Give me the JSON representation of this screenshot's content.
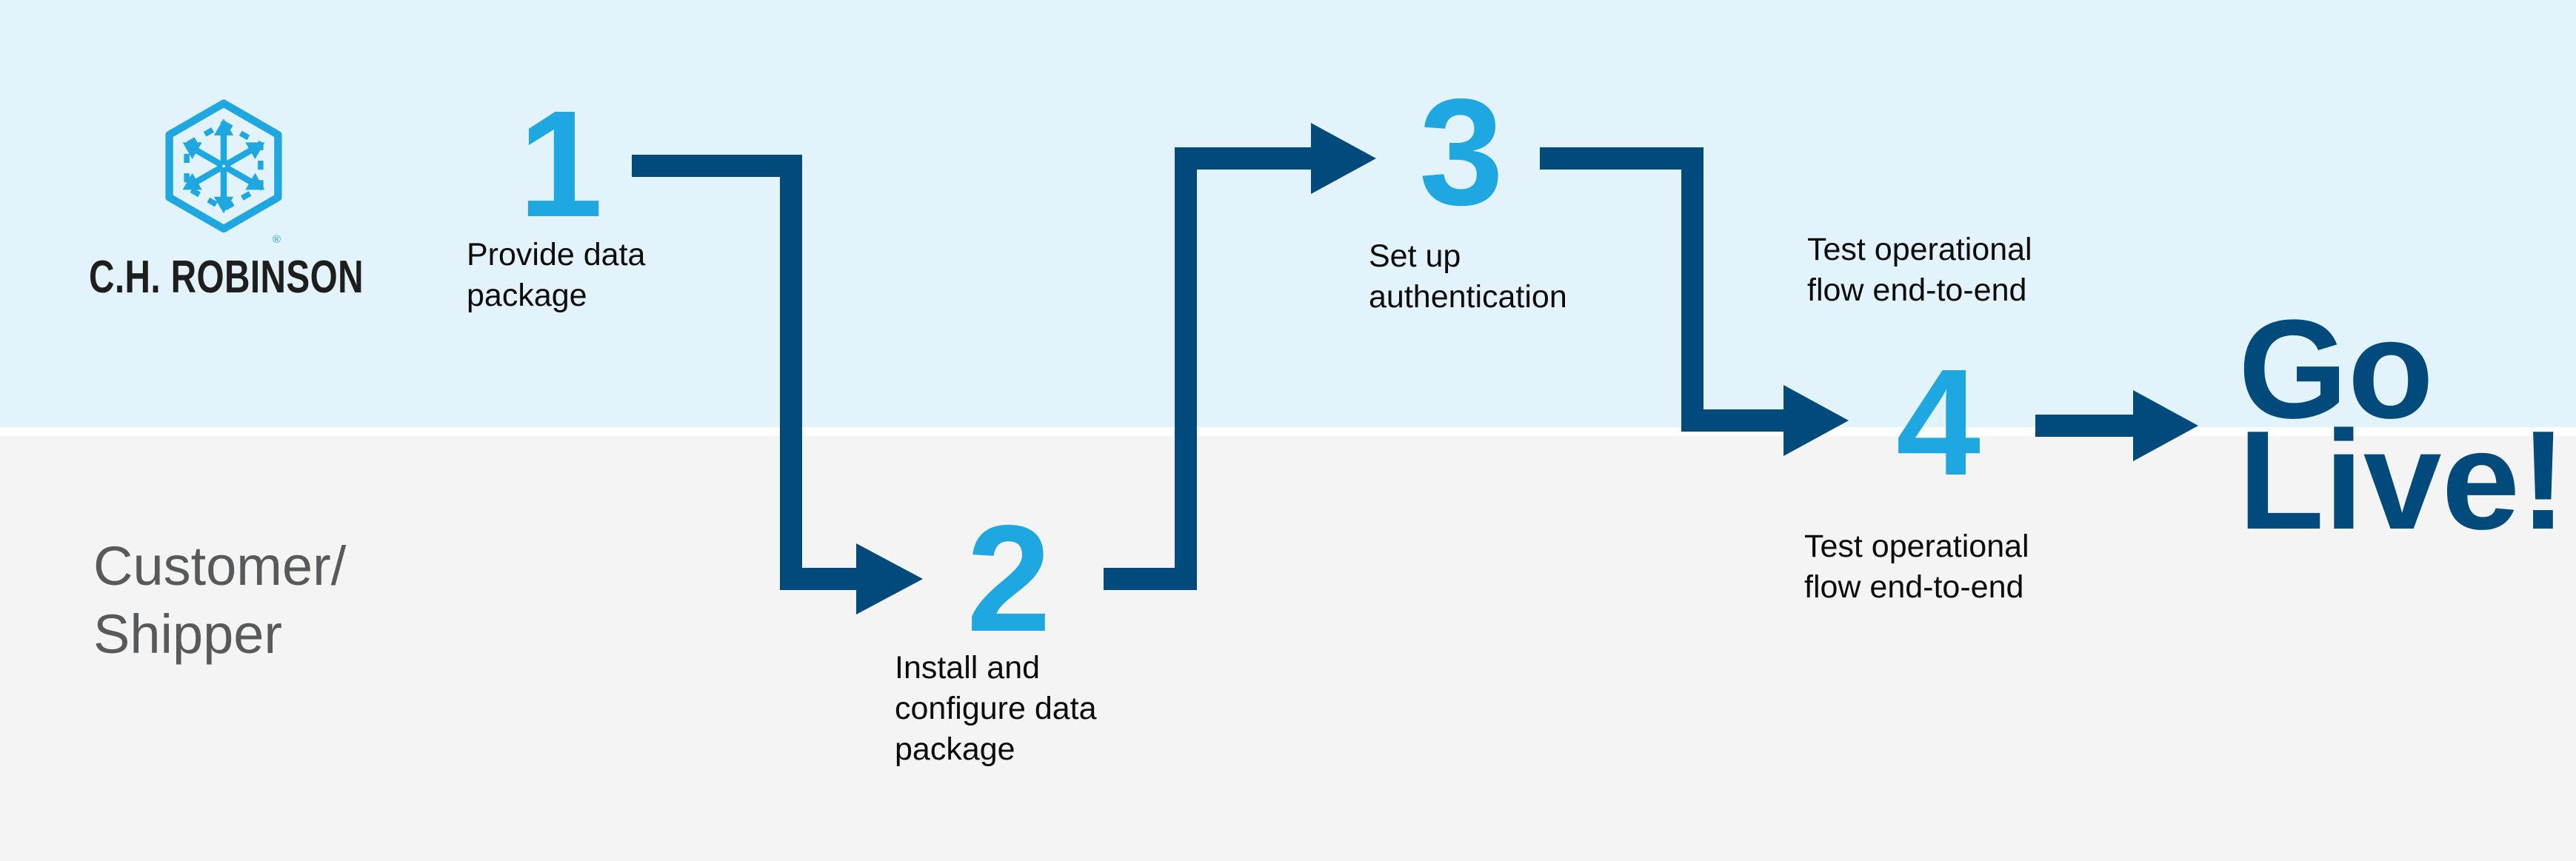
{
  "brand": {
    "wordmark": "C.H. ROBINSON",
    "registered_mark": "®",
    "logo_icon": "hexagon-with-outward-arrows"
  },
  "audience_label": {
    "line1": "Customer/",
    "line2": "Shipper"
  },
  "steps": [
    {
      "number": "1",
      "label": {
        "line1": "Provide data",
        "line2": "package"
      }
    },
    {
      "number": "2",
      "label": {
        "line1": "Install and",
        "line2": "configure data",
        "line3": "package"
      }
    },
    {
      "number": "3",
      "label": {
        "line1": "Set up",
        "line2": "authentication"
      }
    },
    {
      "number": "4",
      "label_top": {
        "line1": "Test operational",
        "line2": "flow end-to-end"
      },
      "label_bottom": {
        "line1": "Test operational",
        "line2": "flow end-to-end"
      }
    }
  ],
  "finish": {
    "line1": "Go",
    "line2": "Live!"
  },
  "colors": {
    "navy": "#004A7C",
    "light_blue": "#1EA7E0",
    "band_blue": "#E3F3FB",
    "band_gray": "#F4F4F4",
    "gray_text": "#58595B",
    "label_black": "#0B0B0B"
  }
}
